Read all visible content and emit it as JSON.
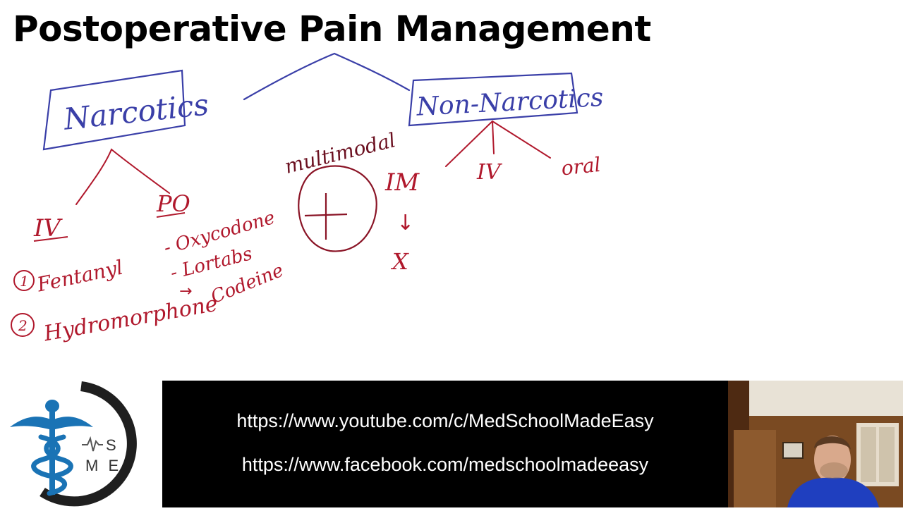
{
  "slide": {
    "title": "Postoperative Pain Management"
  },
  "diagram": {
    "narcotics_label": "Narcotics",
    "non_narcotics_label": "Non-Narcotics",
    "multimodal_label": "multimodal",
    "narcotics_routes": {
      "iv": "IV",
      "po": "PO"
    },
    "iv_drugs": [
      {
        "num": "1",
        "name": "Fentanyl"
      },
      {
        "num": "2",
        "name": "Hydromorphone"
      }
    ],
    "po_drugs": [
      "- Oxycodone",
      "- Lortabs",
      "Codeine"
    ],
    "arrow_glyph": "→",
    "non_narcotic_routes": [
      "IM",
      "IV",
      "oral"
    ],
    "im_down_arrow": "↓",
    "im_x": "X",
    "colors": {
      "blue_ink": "#3a3fa8",
      "red_ink": "#b0182c",
      "title": "#000000"
    }
  },
  "footer": {
    "logo_letters": {
      "top": "S",
      "bottom": "M E"
    },
    "links": {
      "youtube": "https://www.youtube.com/c/MedSchoolMadeEasy",
      "facebook": "https://www.facebook.com/medschoolmadeeasy"
    },
    "colors": {
      "logo_blue": "#1a73b5",
      "logo_ring": "#1f1f1f",
      "bar": "#000000",
      "link_text": "#ffffff"
    }
  }
}
